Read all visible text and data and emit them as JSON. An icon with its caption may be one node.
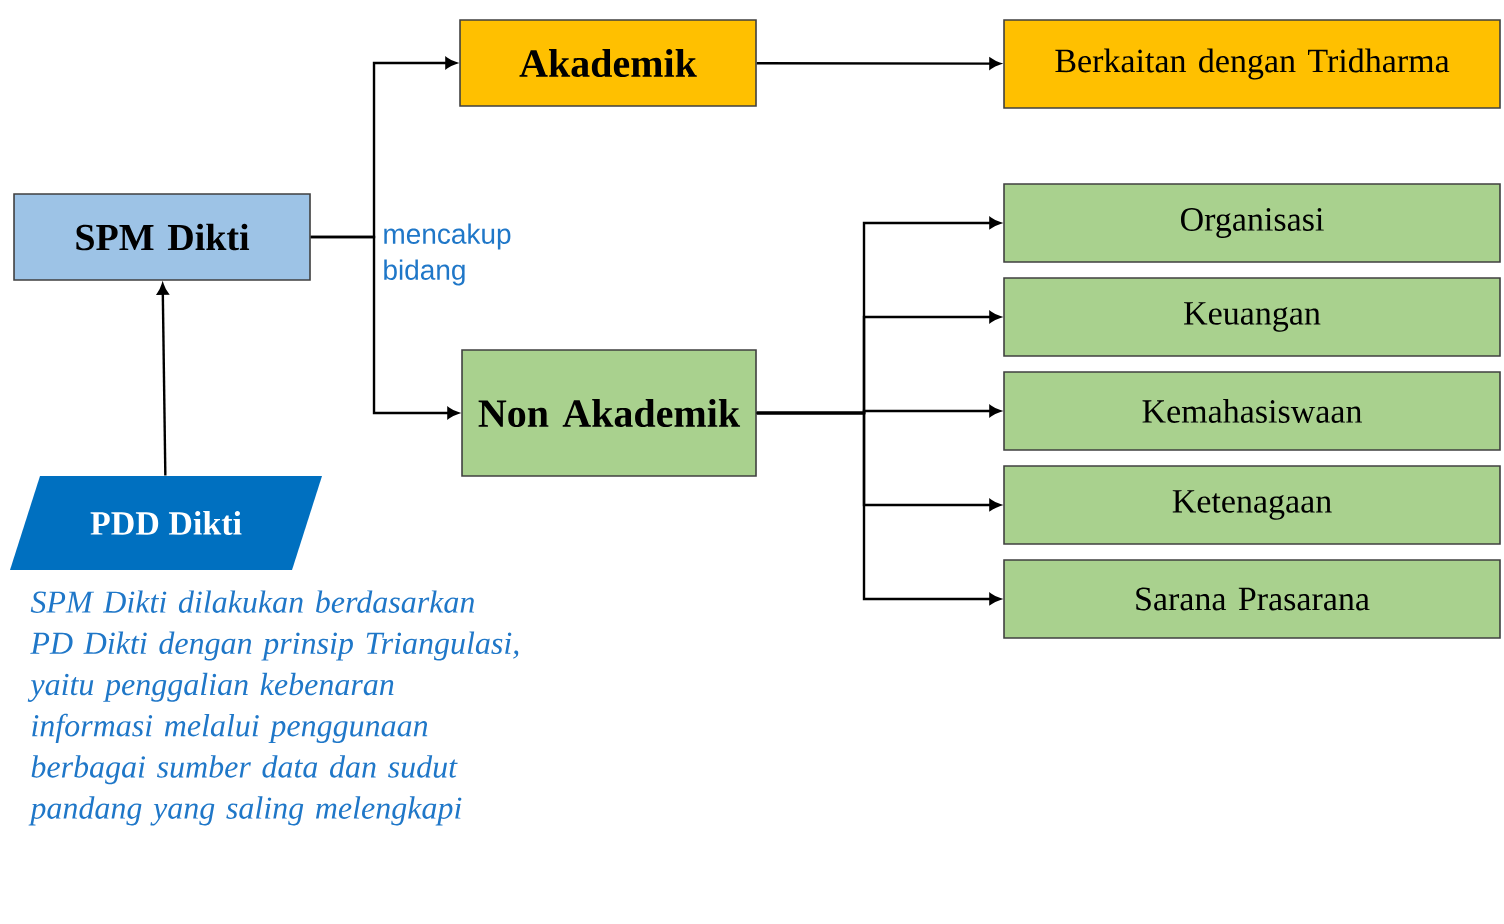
{
  "diagram": {
    "nodes": [
      {
        "text": [
          "SPM Dikti"
        ]
      },
      {
        "text": [
          "PDD Dikti"
        ],
        "beside": [
          "SPM Dikti dilakukan berdasarkan PD Dikti dengan prinsip Triangulasi, yaitu penggalian kebenaran informasi melalui penggunaan berbagai sumber data dan sudut pandang yang saling melengkapi"
        ]
      },
      {
        "text": [
          "Akademik"
        ]
      },
      {
        "text": [
          "Non Akademik"
        ]
      },
      {
        "text": [
          "Berkaitan dengan Tridharma"
        ]
      },
      {
        "text": [
          "Organisasi"
        ]
      },
      {
        "text": [
          "Keuangan"
        ]
      },
      {
        "text": [
          "Kemahasiswaan"
        ]
      },
      {
        "text": [
          "Ketenagaan"
        ]
      },
      {
        "text": [
          "Sarana Prasarana"
        ]
      }
    ],
    "edges": [
      {
        "from": 1,
        "to": 0,
        "arrow": "to"
      },
      {
        "from": 0,
        "to": 2,
        "arrow": "to",
        "label": "mencakup bidang"
      },
      {
        "from": 0,
        "to": 3,
        "arrow": "to"
      },
      {
        "from": 2,
        "to": 4,
        "arrow": "to"
      },
      {
        "from": 3,
        "to": 5,
        "arrow": "to"
      },
      {
        "from": 3,
        "to": 6,
        "arrow": "to"
      },
      {
        "from": 3,
        "to": 7,
        "arrow": "to"
      },
      {
        "from": 3,
        "to": 8,
        "arrow": "to"
      },
      {
        "from": 3,
        "to": 9,
        "arrow": "to"
      }
    ]
  }
}
